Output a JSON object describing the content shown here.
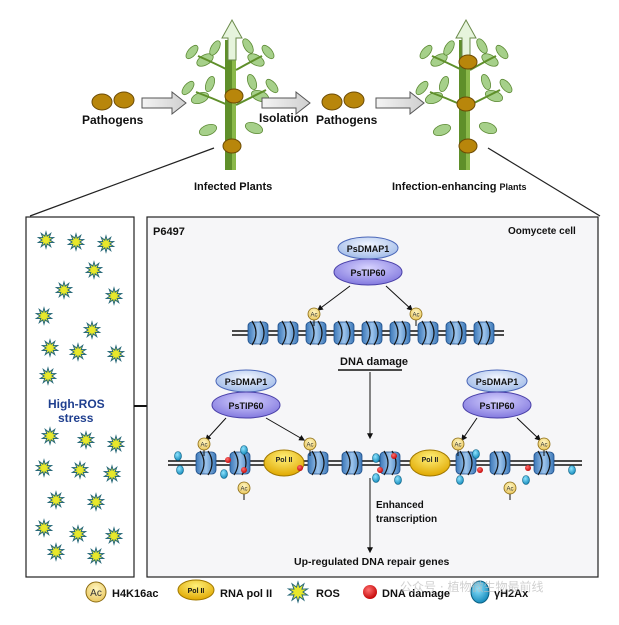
{
  "top": {
    "pathogens_left": "Pathogens",
    "isolation": "Isolation",
    "pathogens_right": "Pathogens",
    "infected_plants": "Infected Plants",
    "infection_enhancing": "Infection-enhancing",
    "infection_enhancing_suffix": "Plants"
  },
  "left_panel": {
    "stress_line1": "High-ROS",
    "stress_line2": "stress"
  },
  "cell": {
    "strain": "P6497",
    "cell_label": "Oomycete cell",
    "psdmap1": "PsDMAP1",
    "pstip60": "PsTIP60",
    "ac": "Ac",
    "pol2": "Pol II",
    "dna_damage": "DNA damage",
    "enhanced1": "Enhanced",
    "enhanced2": "transcription",
    "upregulated": "Up-regulated DNA repair genes"
  },
  "legend": {
    "ac_icon": "Ac",
    "h4k16ac": "H4K16ac",
    "pol_icon": "Pol II",
    "rna_pol": "RNA pol II",
    "ros": "ROS",
    "damage": "DNA damage",
    "gamma": "γH2Ax"
  },
  "watermark": "公众号 · 植物微生物最前线",
  "colors": {
    "stem": "#5f8f2a",
    "leaf": "#a6d08a",
    "pathogen": "#b8860b",
    "nucleosome": "#6a9ed2",
    "complex": "#8f86e6",
    "pol2": "#f2c400",
    "ros": "#e8e82a",
    "damage": "#e00000",
    "gamma": "#1aa6d6"
  }
}
